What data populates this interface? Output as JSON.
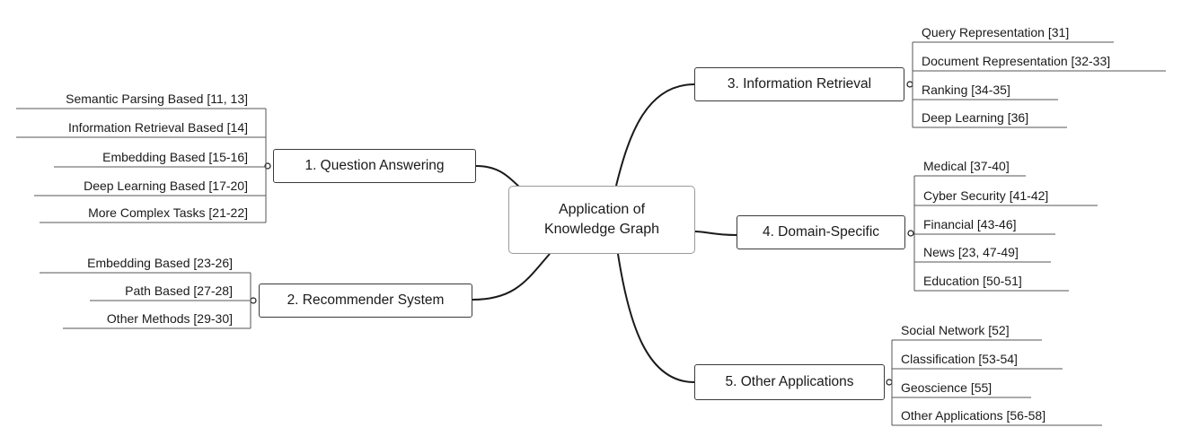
{
  "root": {
    "line1": "Application of",
    "line2": "Knowledge Graph"
  },
  "branches": {
    "qa": {
      "label": "1. Question Answering",
      "leaves": [
        "Semantic Parsing Based [11, 13]",
        "Information Retrieval Based [14]",
        "Embedding Based [15-16]",
        "Deep Learning Based [17-20]",
        "More Complex Tasks [21-22]"
      ]
    },
    "rec": {
      "label": "2. Recommender System",
      "leaves": [
        "Embedding Based [23-26]",
        "Path Based [27-28]",
        "Other Methods [29-30]"
      ]
    },
    "ir": {
      "label": "3. Information Retrieval",
      "leaves": [
        "Query Representation [31]",
        "Document Representation [32-33]",
        "Ranking [34-35]",
        "Deep Learning [36]"
      ]
    },
    "ds": {
      "label": "4. Domain-Specific",
      "leaves": [
        "Medical [37-40]",
        "Cyber Security [41-42]",
        "Financial [43-46]",
        "News [23, 47-49]",
        "Education [50-51]"
      ]
    },
    "other": {
      "label": "5. Other Applications",
      "leaves": [
        "Social Network [52]",
        "Classification [53-54]",
        "Geoscience [55]",
        "Other Applications [56-58]"
      ]
    }
  },
  "colors": {
    "node_border": "#3a3a3a",
    "root_border": "#9a9a9a",
    "line": "#1a1a1a",
    "leaf_line": "#555555"
  }
}
